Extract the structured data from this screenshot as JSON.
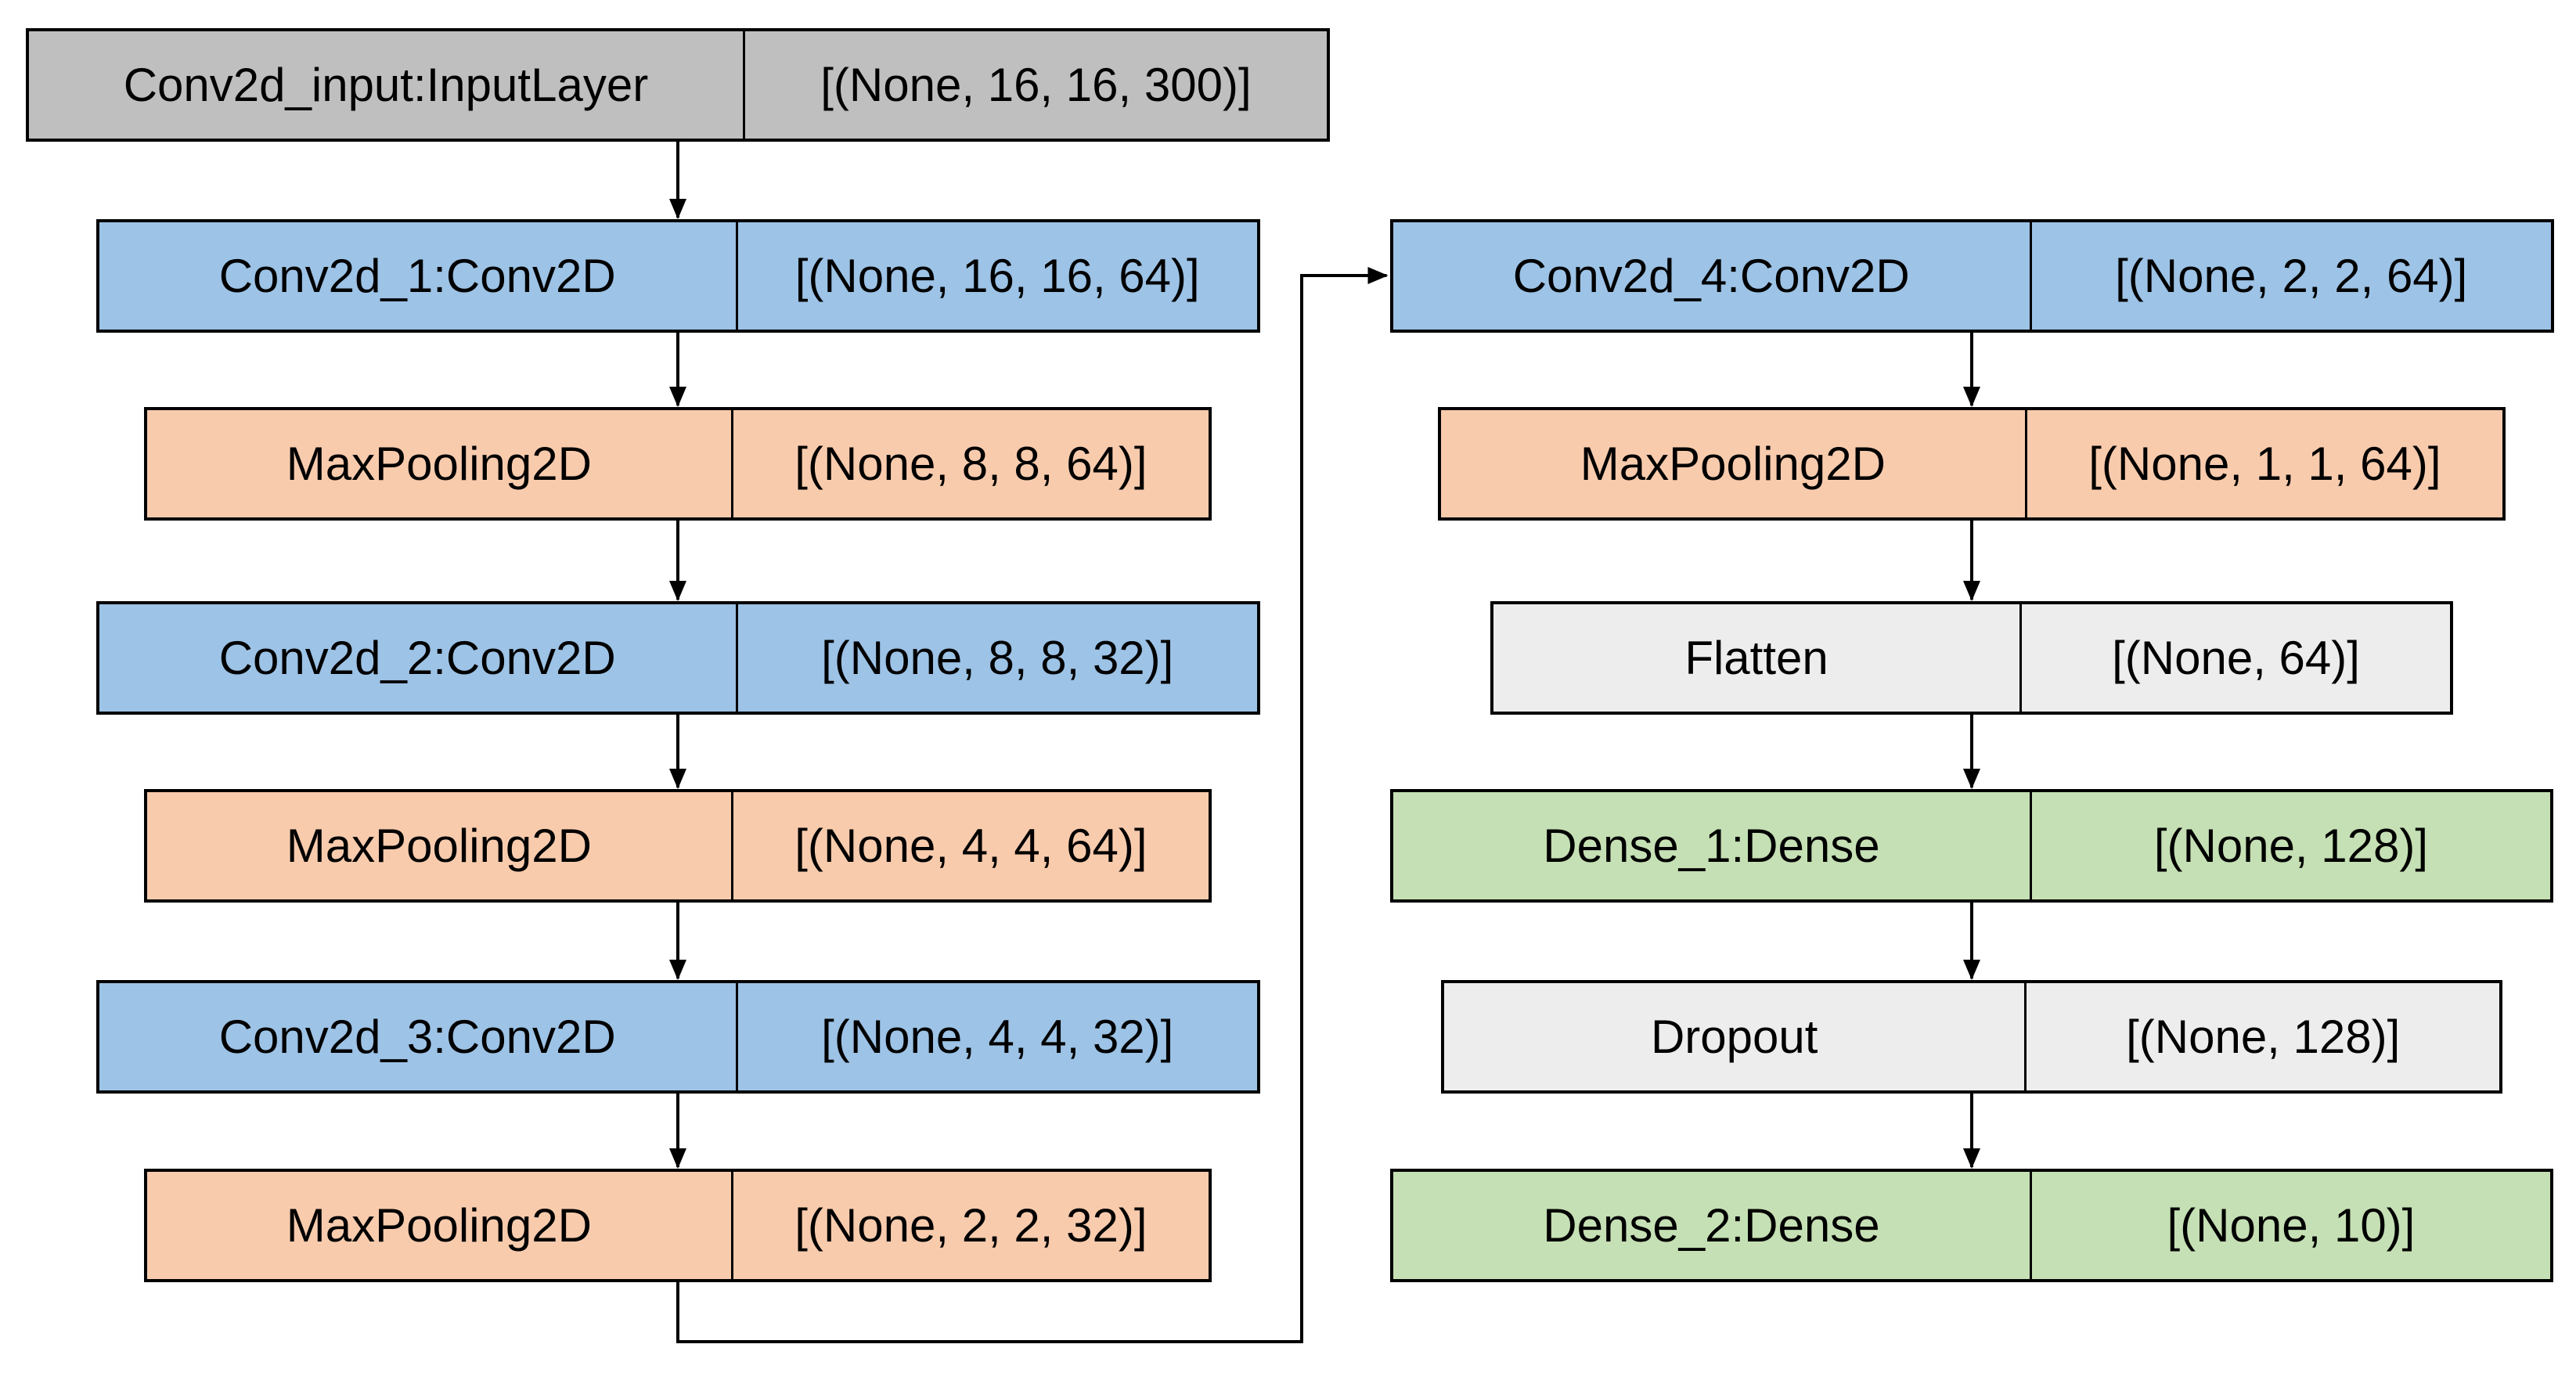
{
  "diagram": {
    "background": "#FFFFFF",
    "columns": [
      {
        "id": "left",
        "nodes": [
          {
            "id": "conv2d_input",
            "type": "input_layer",
            "label": "Conv2d_input:InputLayer",
            "output_shape": "[(None, 16, 16, 300)]"
          },
          {
            "id": "conv2d_1",
            "type": "conv2d",
            "label": "Conv2d_1:Conv2D",
            "output_shape": "[(None, 16, 16, 64)]"
          },
          {
            "id": "maxpooling2d_a",
            "type": "maxpooling2d",
            "label": "MaxPooling2D",
            "output_shape": "[(None, 8, 8, 64)]"
          },
          {
            "id": "conv2d_2",
            "type": "conv2d",
            "label": "Conv2d_2:Conv2D",
            "output_shape": "[(None, 8, 8, 32)]"
          },
          {
            "id": "maxpooling2d_b",
            "type": "maxpooling2d",
            "label": "MaxPooling2D",
            "output_shape": "[(None, 4, 4, 64)]"
          },
          {
            "id": "conv2d_3",
            "type": "conv2d",
            "label": "Conv2d_3:Conv2D",
            "output_shape": "[(None, 4, 4, 32)]"
          },
          {
            "id": "maxpooling2d_c",
            "type": "maxpooling2d",
            "label": "MaxPooling2D",
            "output_shape": "[(None, 2, 2, 32)]"
          }
        ]
      },
      {
        "id": "right",
        "nodes": [
          {
            "id": "conv2d_4",
            "type": "conv2d",
            "label": "Conv2d_4:Conv2D",
            "output_shape": "[(None, 2, 2, 64)]"
          },
          {
            "id": "maxpooling2d_d",
            "type": "maxpooling2d",
            "label": "MaxPooling2D",
            "output_shape": "[(None, 1, 1, 64)]"
          },
          {
            "id": "flatten",
            "type": "flatten",
            "label": "Flatten",
            "output_shape": "[(None, 64)]"
          },
          {
            "id": "dense_1",
            "type": "dense",
            "label": "Dense_1:Dense",
            "output_shape": "[(None, 128)]"
          },
          {
            "id": "dropout",
            "type": "dropout",
            "label": "Dropout",
            "output_shape": "[(None, 128)]"
          },
          {
            "id": "dense_2",
            "type": "dense",
            "label": "Dense_2:Dense",
            "output_shape": "[(None, 10)]"
          }
        ]
      }
    ],
    "edges": [
      {
        "from": "conv2d_input",
        "to": "conv2d_1"
      },
      {
        "from": "conv2d_1",
        "to": "maxpooling2d_a"
      },
      {
        "from": "maxpooling2d_a",
        "to": "conv2d_2"
      },
      {
        "from": "conv2d_2",
        "to": "maxpooling2d_b"
      },
      {
        "from": "maxpooling2d_b",
        "to": "conv2d_3"
      },
      {
        "from": "conv2d_3",
        "to": "maxpooling2d_c"
      },
      {
        "from": "maxpooling2d_c",
        "to": "conv2d_4"
      },
      {
        "from": "conv2d_4",
        "to": "maxpooling2d_d"
      },
      {
        "from": "maxpooling2d_d",
        "to": "flatten"
      },
      {
        "from": "flatten",
        "to": "dense_1"
      },
      {
        "from": "dense_1",
        "to": "dropout"
      },
      {
        "from": "dropout",
        "to": "dense_2"
      }
    ]
  },
  "colors": {
    "input_layer": "#BFBFBF",
    "conv2d": "#9DC3E6",
    "maxpooling2d": "#F8CBAD",
    "flatten": "#EDEDED",
    "dense": "#C5E0B4",
    "dropout": "#EDEDED",
    "border": "#000000",
    "connector": "#000000",
    "background": "#FFFFFF"
  }
}
